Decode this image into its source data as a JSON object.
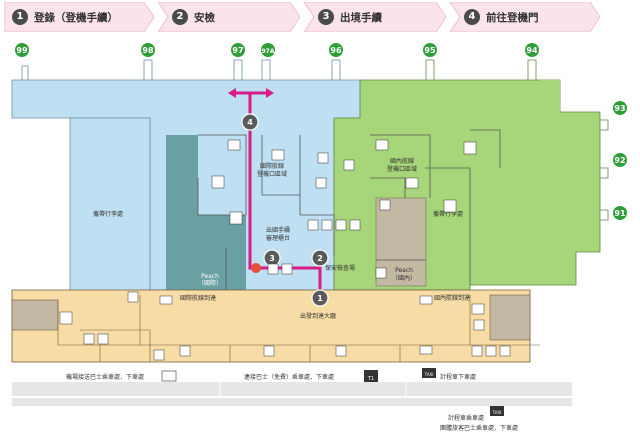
{
  "steps": [
    {
      "num": "1",
      "label": "登錄（登機手續）"
    },
    {
      "num": "2",
      "label": "安檢"
    },
    {
      "num": "3",
      "label": "出境手續"
    },
    {
      "num": "4",
      "label": "前往登機門"
    }
  ],
  "gates": {
    "g99": "99",
    "g98": "98",
    "g97": "97",
    "g97a": "97A",
    "g96": "96",
    "g95": "95",
    "g94": "94",
    "g93": "93",
    "g92": "92",
    "g91": "91"
  },
  "labels": {
    "intl_gate_area_1": "國際航線",
    "intl_gate_area_2": "登機口區域",
    "dom_gate_area_1": "國內航線",
    "dom_gate_area_2": "登機口區域",
    "checked_baggage_left": "攜帶行李處",
    "checked_baggage_right": "攜帶行李處",
    "emigration_1": "出國手續",
    "emigration_2": "審理櫃台",
    "security_check": "保安檢查場",
    "peach_intl_1": "Peach",
    "peach_intl_2": "（國際）",
    "peach_dom_1": "Peach",
    "peach_dom_2": "（國內）",
    "intl_arrivals": "國際航線到達",
    "dom_arrivals": "國內航線到達",
    "departure_lobby": "出發到達大廳",
    "bus_stop_left": "機場接送巴士乘車處．下車處",
    "bus_stop_mid": "連接巴士（免費）乘車處．下車處",
    "bus_stop_t1": "T1",
    "taxi_left": "計程車下車處",
    "taxi_left_icon": "TAXI",
    "taxi_bottom_1": "計程車乘車處",
    "taxi_bottom_2": "團體旅客巴士乘車處．下車處",
    "taxi_bottom_icon": "TAXI",
    "marker1": "1",
    "marker2": "2",
    "marker3": "3",
    "marker4": "4"
  },
  "colors": {
    "intl_zone": "#bfe0f2",
    "dom_zone": "#a6d57a",
    "lobby": "#f8dca5",
    "restricted": "#6aa0a3",
    "service": "#c3b8a3",
    "route": "#d81b86",
    "step_bg": "#fbe3ec",
    "gate_marker": "#2e9e38"
  },
  "icons": [
    "restroom-icon",
    "baggage-icon",
    "elevator-icon",
    "escalator-icon",
    "wheelchair-icon",
    "bus-icon",
    "taxi-icon",
    "info-icon",
    "aed-icon",
    "shop-icon",
    "restaurant-icon",
    "locker-icon",
    "nursery-icon"
  ]
}
